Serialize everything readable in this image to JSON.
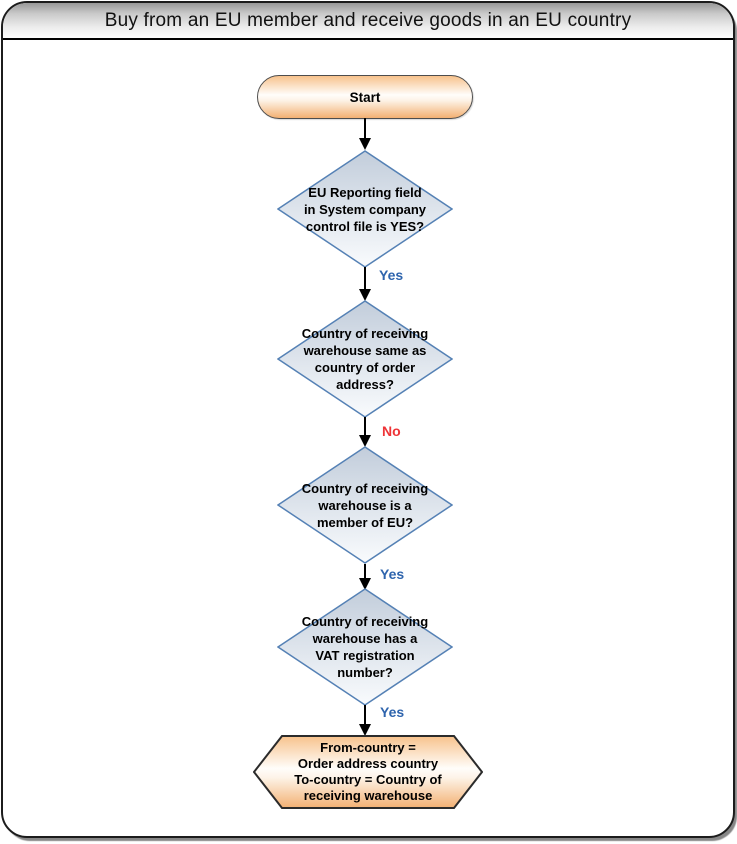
{
  "title": "Buy from an EU member and receive goods in an EU country",
  "flow": {
    "start_label": "Start",
    "decisions": [
      {
        "lines": [
          "EU Reporting field",
          "in System company",
          "control file is YES?"
        ],
        "answer": "Yes"
      },
      {
        "lines": [
          "Country of receiving",
          "warehouse same as",
          "country of order",
          "address?"
        ],
        "answer": "No"
      },
      {
        "lines": [
          "Country of receiving",
          "warehouse is a",
          "member of EU?"
        ],
        "answer": "Yes"
      },
      {
        "lines": [
          "Country of receiving",
          "warehouse has a",
          "VAT registration",
          "number?"
        ],
        "answer": "Yes"
      }
    ],
    "end": {
      "lines": [
        "From-country =",
        "Order address country",
        "To-country = Country of",
        "receiving warehouse"
      ]
    }
  },
  "colors": {
    "yes_label": "#2e64ad",
    "no_label": "#ee3437",
    "decision_border": "#5581b5",
    "decision_fill_top": "#c2cddb",
    "decision_fill_bottom": "#f9fbfd",
    "terminal_fill_top": "#f7c28c",
    "terminal_fill_bottom": "#f3b072",
    "terminal_border": "#4d4d4d",
    "titlebar_gradient_top": "#989898",
    "titlebar_gradient_bottom": "#fdfdfd"
  }
}
